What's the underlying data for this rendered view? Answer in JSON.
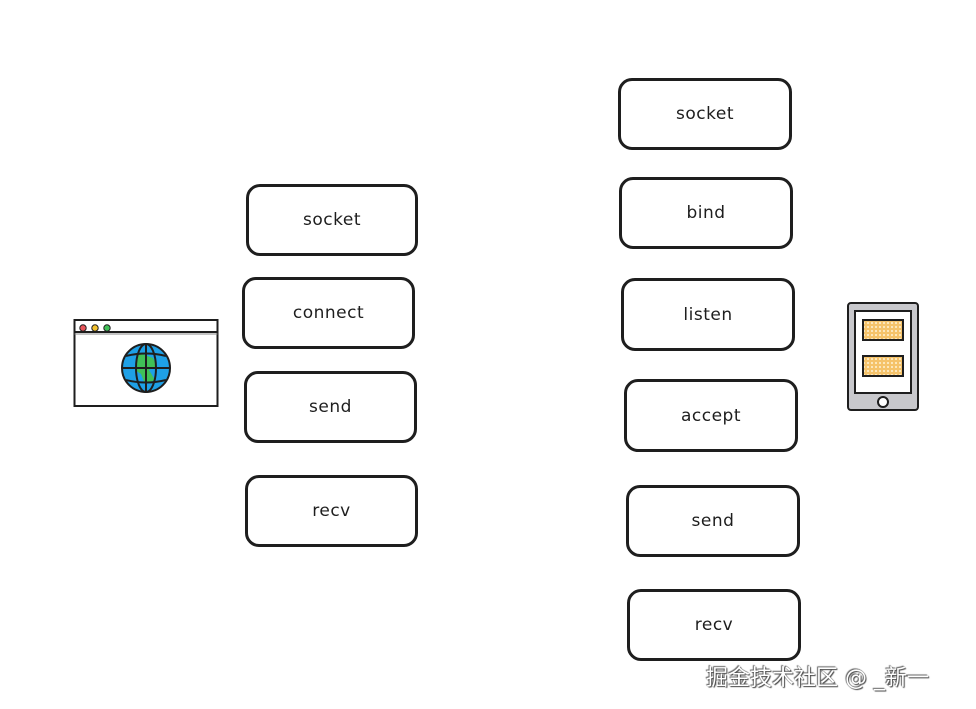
{
  "client": {
    "icon": "browser-globe-icon",
    "steps": [
      {
        "label": "socket"
      },
      {
        "label": "connect"
      },
      {
        "label": "send"
      },
      {
        "label": "recv"
      }
    ]
  },
  "server": {
    "icon": "mobile-device-icon",
    "steps": [
      {
        "label": "socket"
      },
      {
        "label": "bind"
      },
      {
        "label": "listen"
      },
      {
        "label": "accept"
      },
      {
        "label": "send"
      },
      {
        "label": "recv"
      }
    ]
  },
  "colors": {
    "stroke": "#1e1e1e",
    "globe_water": "#1ea0e6",
    "globe_land": "#40c057",
    "dot_red": "#e8545a",
    "dot_yellow": "#f2c12e",
    "dot_green": "#40c057",
    "device_gray": "#c8c8cc",
    "device_panel": "#f5c36b"
  },
  "watermark": "掘金技术社区 @ _新一"
}
